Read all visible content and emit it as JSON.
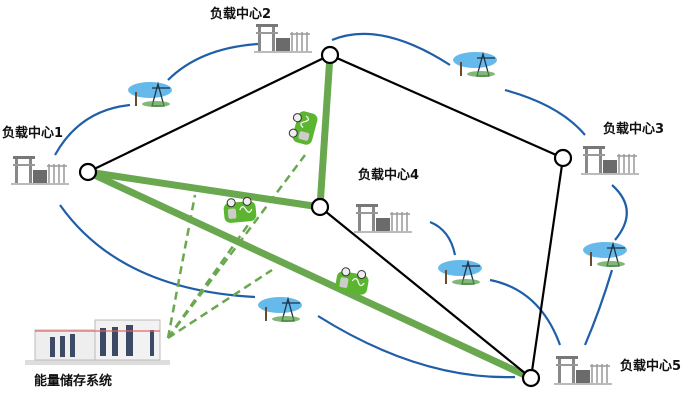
{
  "labels": {
    "load1": "负载中心1",
    "load2": "负载中心2",
    "load3": "负载中心3",
    "load4": "负载中心4",
    "load5": "负载中心5",
    "storage": "能量储存系统"
  },
  "colors": {
    "transport_link": "#6aa84f",
    "grid_link": "#000000",
    "power_line": "#1f5fa8",
    "ev": "#5cb531"
  }
}
